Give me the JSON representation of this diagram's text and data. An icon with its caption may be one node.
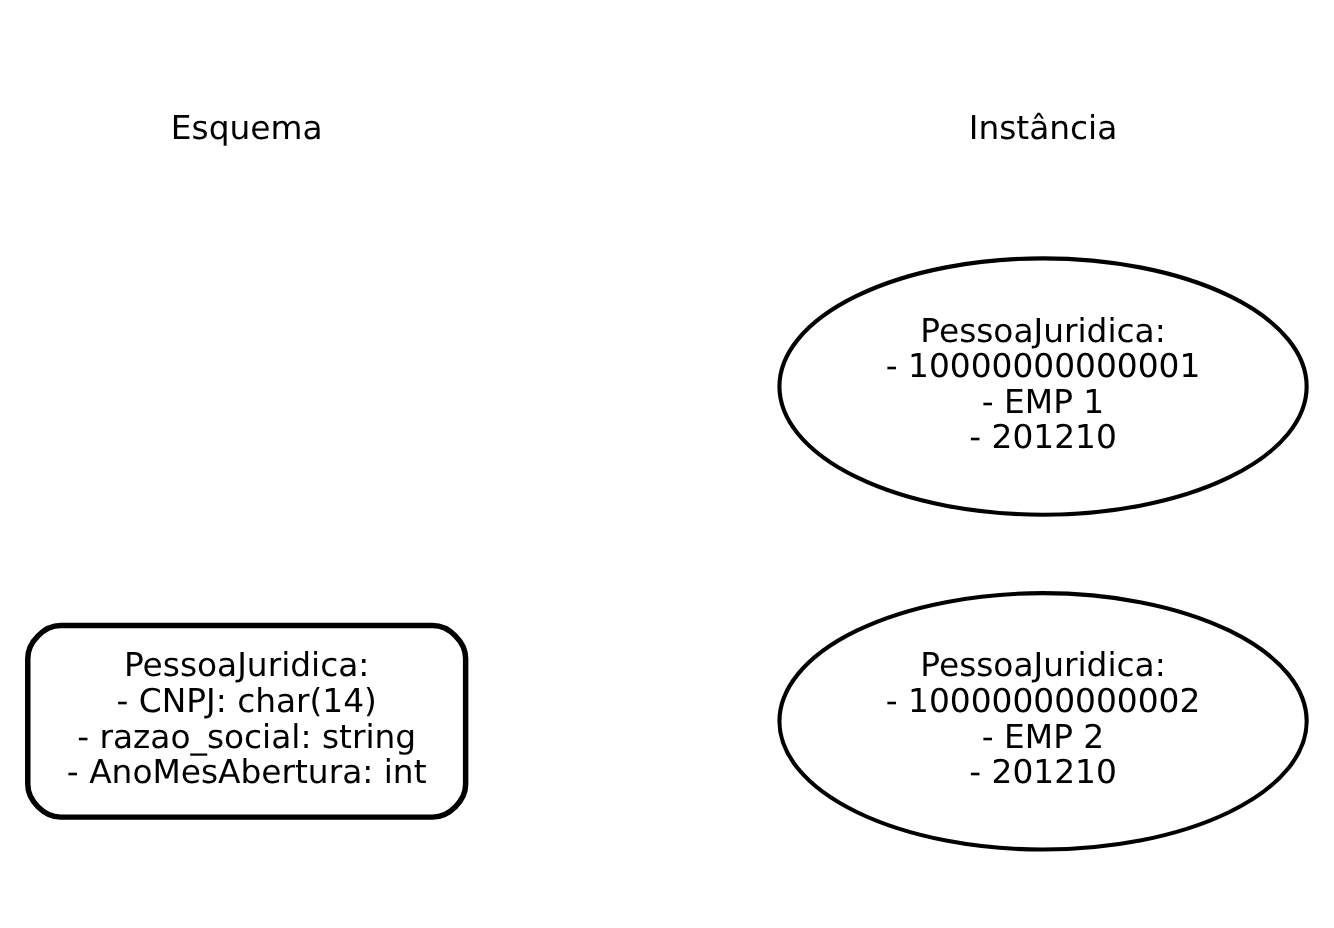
{
  "diagram": {
    "nodes": [
      {
        "text": [
          "PessoaJuridica:",
          "- CNPJ: char(14)",
          "- razao_social: string",
          "- AnoMesAbertura: int"
        ]
      },
      {
        "text": [
          "PessoaJuridica:",
          "- 10000000000001",
          "- EMP 1",
          "- 201210"
        ]
      },
      {
        "text": [
          "PessoaJuridica:",
          "- 10000000000002",
          "- EMP 2",
          "- 201210"
        ]
      }
    ],
    "labels": [
      "Esquema",
      "Instância"
    ]
  }
}
